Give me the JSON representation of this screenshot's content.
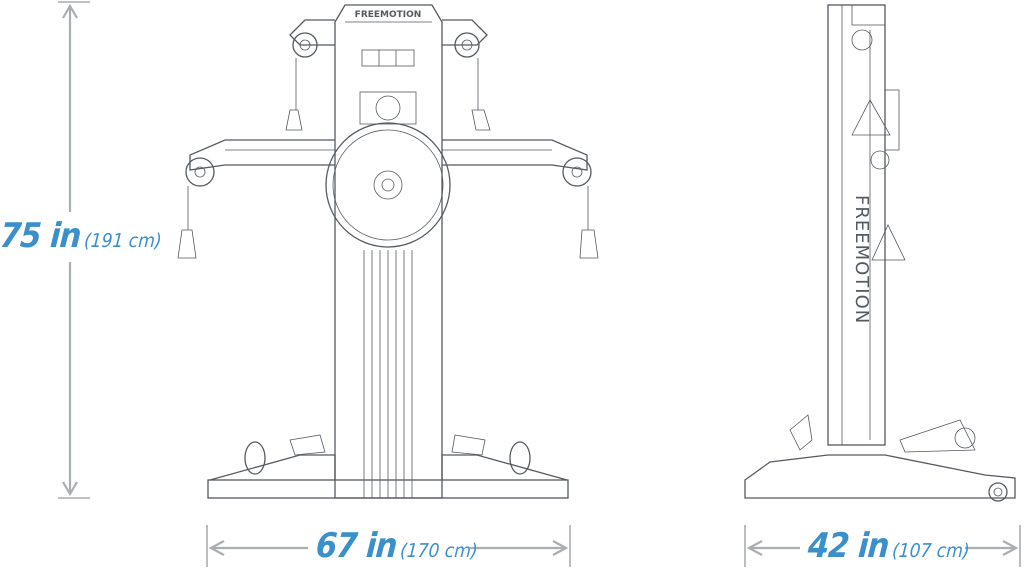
{
  "dimensions": {
    "height": {
      "imperial": "75 in",
      "metric": "(191 cm)"
    },
    "width": {
      "imperial": "67 in",
      "metric": "(170 cm)"
    },
    "depth": {
      "imperial": "42 in",
      "metric": "(107 cm)"
    }
  },
  "brand_logo": "FREEMOTION",
  "colors": {
    "dimension_text": "#3b8fcb",
    "dimension_lines": "#a9aeb2",
    "drawing_lines": "#555a60"
  }
}
